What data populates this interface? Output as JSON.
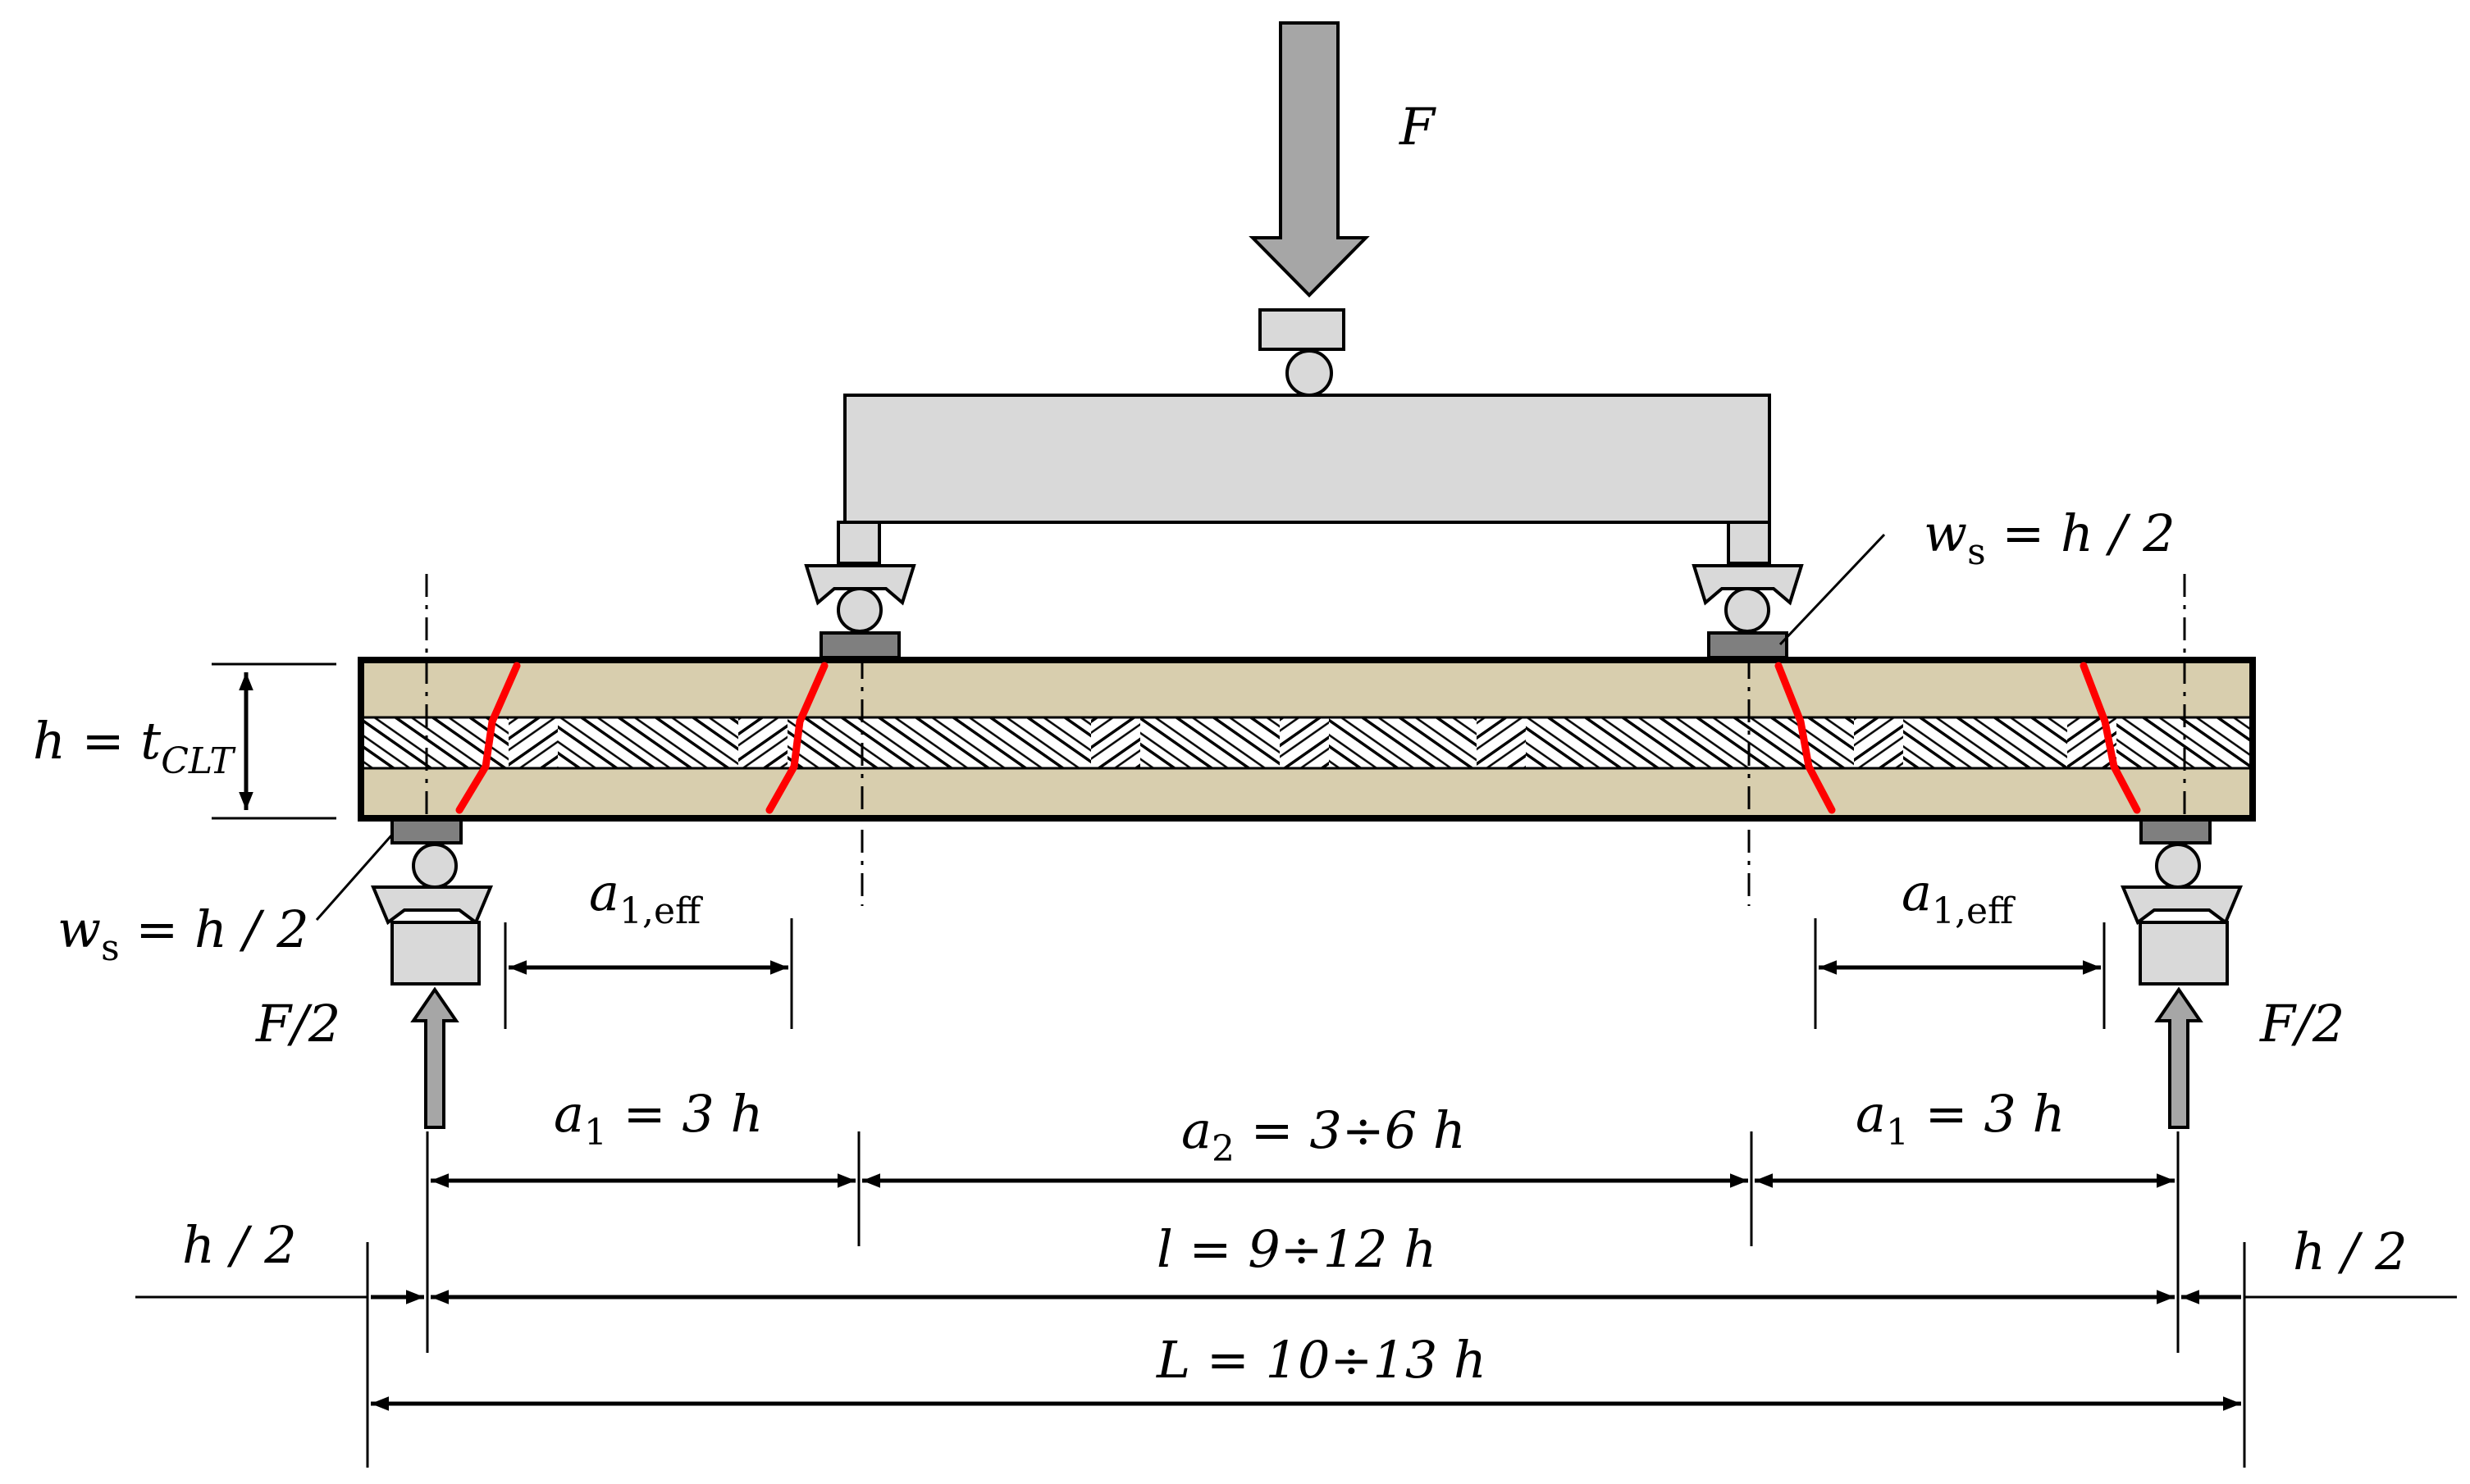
{
  "labels": {
    "force_top": "F",
    "reaction_left": "F/2",
    "reaction_right": "F/2",
    "height": {
      "main": "h = t",
      "sub": "CLT"
    },
    "ws_left": {
      "prefix": "w",
      "sub": "s",
      "suffix": " = h / 2"
    },
    "ws_right": {
      "prefix": "w",
      "sub": "s",
      "suffix": " = h / 2"
    },
    "a1eff_left": {
      "main": "a",
      "sub": "1,eff"
    },
    "a1eff_right": {
      "main": "a",
      "sub": "1,eff"
    },
    "a1_left": {
      "main": "a",
      "sub": "1",
      "suffix": " = 3 h"
    },
    "a2": {
      "main": "a",
      "sub": "2",
      "suffix": " = 3÷6 h"
    },
    "a1_right": {
      "main": "a",
      "sub": "1",
      "suffix": " = 3 h"
    },
    "span_l": "l = 9÷12 h",
    "overhang_left": "h / 2",
    "overhang_right": "h / 2",
    "span_L": "L = 10÷13 h"
  },
  "colors": {
    "timber": "#d8ceae",
    "steel": "#d9d9d9",
    "pad": "#7f7f7f",
    "arrow": "#a6a6a6",
    "crack": "#ff0000"
  },
  "icons": {
    "load_arrow": "down-arrow-icon",
    "reaction_arrow": "up-arrow-icon",
    "roller": "circle-roller-icon"
  }
}
